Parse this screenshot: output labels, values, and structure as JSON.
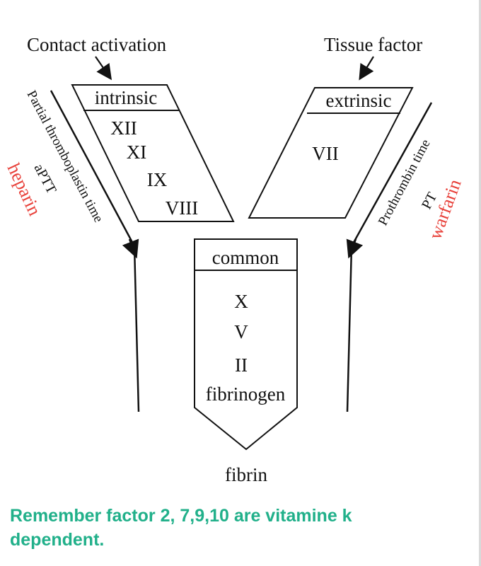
{
  "labels": {
    "contact_activation": "Contact activation",
    "tissue_factor": "Tissue factor",
    "intrinsic": "intrinsic",
    "extrinsic": "extrinsic",
    "common": "common",
    "fibrin": "fibrin",
    "aptt": "aPTT",
    "partial_thromboplastin_time": "Partial thromboplastin time",
    "heparin": "heparin",
    "pt": "PT",
    "prothrombin_time": "Prothrombin time",
    "warfarin": "warfarin"
  },
  "intrinsic_factors": [
    "XII",
    "XI",
    "IX",
    "VIII"
  ],
  "extrinsic_factors": [
    "VII"
  ],
  "common_factors": [
    "X",
    "V",
    "II",
    "fibrinogen"
  ],
  "caption": "Remember factor 2, 7,9,10 are vitamine k dependent.",
  "colors": {
    "drug_text": "#e8413a",
    "caption_text": "#21b08a",
    "line": "#111111"
  }
}
